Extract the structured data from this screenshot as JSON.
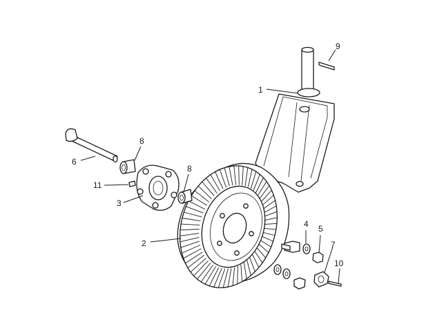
{
  "callouts": [
    {
      "id": "1",
      "label": "1"
    },
    {
      "id": "2",
      "label": "2"
    },
    {
      "id": "3",
      "label": "3"
    },
    {
      "id": "4",
      "label": "4"
    },
    {
      "id": "5",
      "label": "5"
    },
    {
      "id": "6",
      "label": "6"
    },
    {
      "id": "7",
      "label": "7"
    },
    {
      "id": "8a",
      "label": "8"
    },
    {
      "id": "8b",
      "label": "8"
    },
    {
      "id": "9",
      "label": "9"
    },
    {
      "id": "10",
      "label": "10"
    },
    {
      "id": "11",
      "label": "11"
    }
  ],
  "colors": {
    "line": "#1a1a1a",
    "fill": "#ffffff"
  }
}
